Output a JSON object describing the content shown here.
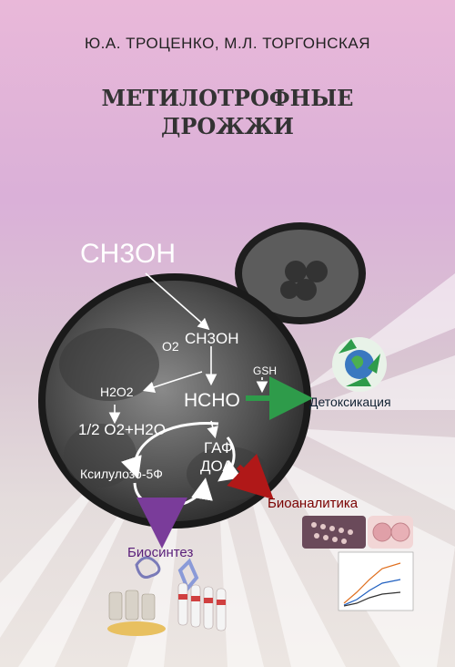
{
  "authors": "Ю.А. ТРОЦЕНКО, М.Л. ТОРГОНСКАЯ",
  "title": {
    "line1": "МЕТИЛОТРОФНЫЕ",
    "line2": "ДРОЖЖИ"
  },
  "diagram": {
    "methanol_outside": "CH3OH",
    "methanol_inside": "CH3OH",
    "oxygen": "O2",
    "hydrogen_peroxide": "H2O2",
    "decomposition": "1/2 O2+H2O",
    "formaldehyde": "HCHO",
    "gsh": "GSH",
    "gap": "ГАФ",
    "doa": "ДОА",
    "xylulose": "Ксилулозо-5Ф",
    "detox": "Детоксикация",
    "bioanalytics": "Биоаналитика",
    "biosynthesis": "Биосинтез"
  },
  "colors": {
    "detox_arrow": "#2e9b4a",
    "bioanalytics": "#b01818",
    "biosynthesis": "#7a3c9a"
  }
}
